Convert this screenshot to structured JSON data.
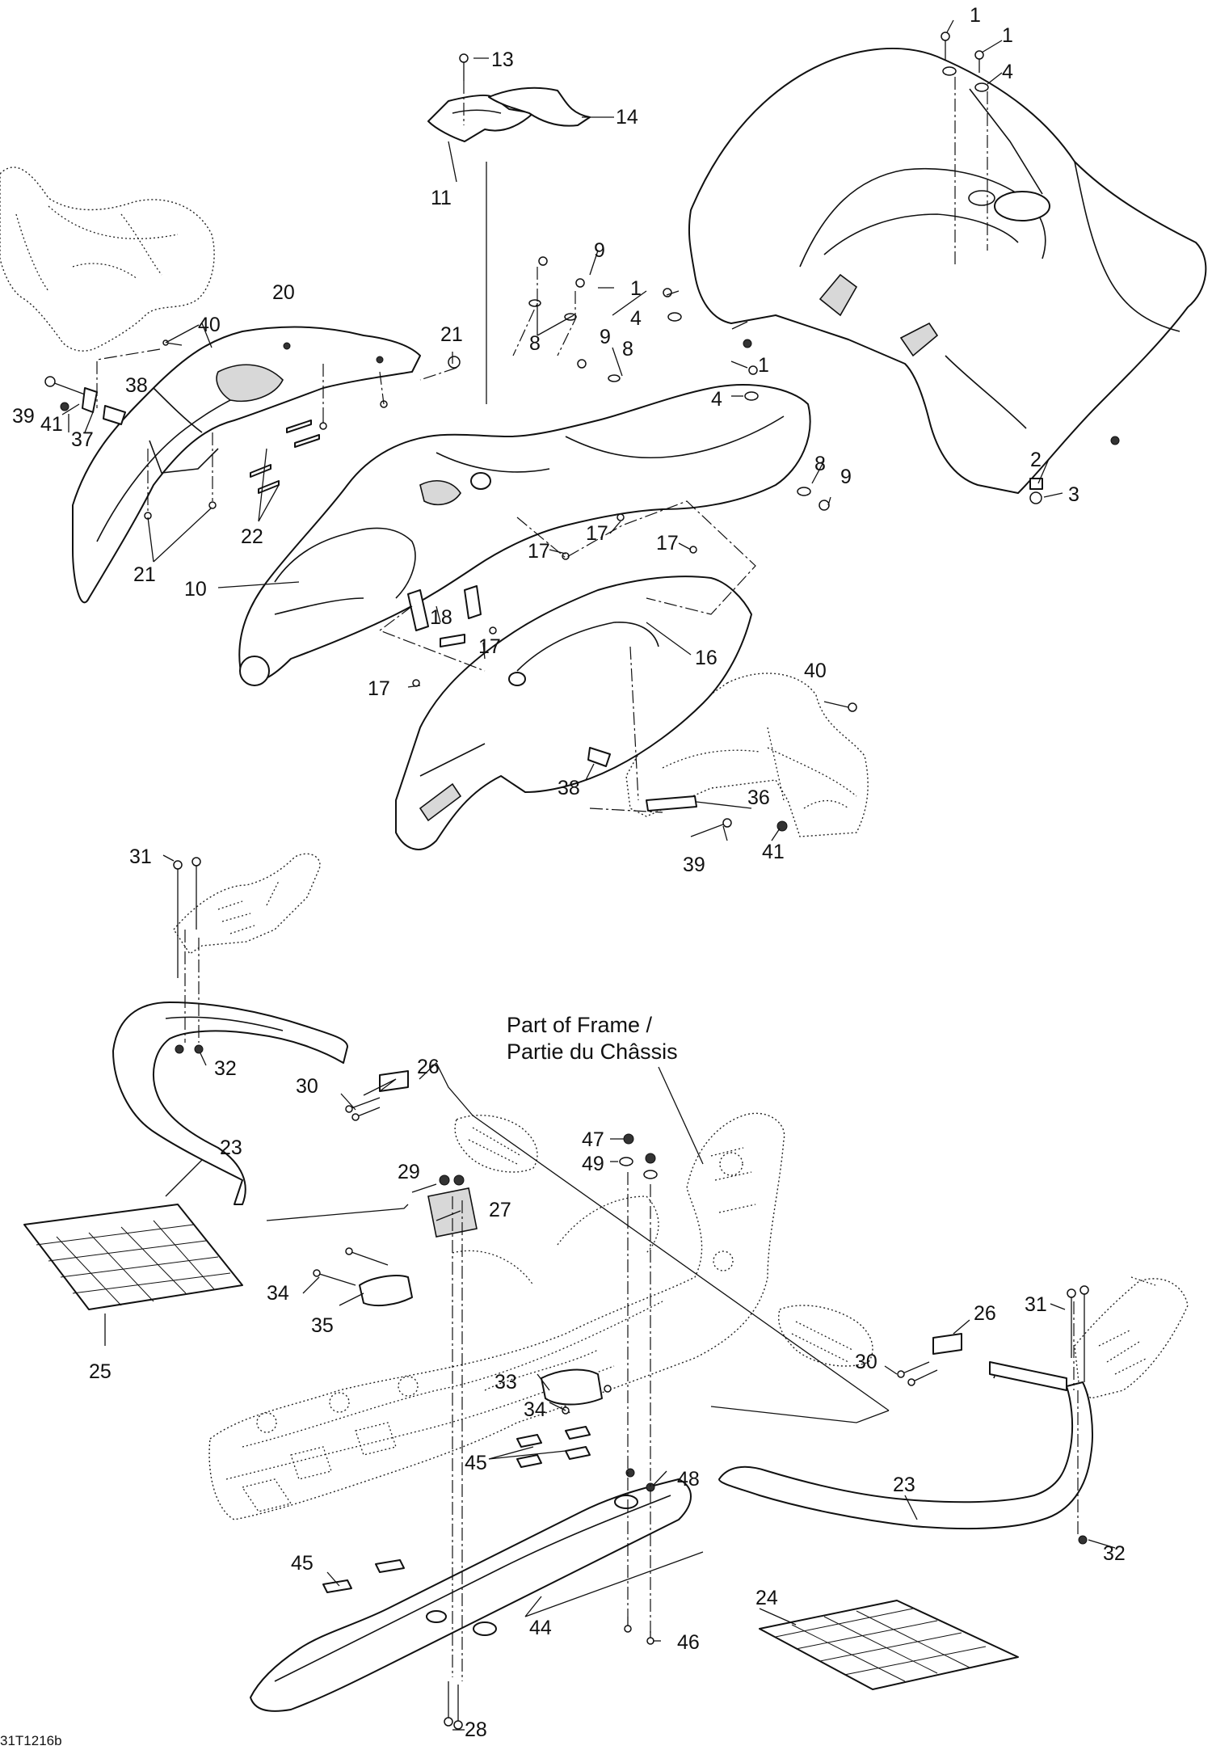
{
  "diagram": {
    "frame_note": [
      "Part of Frame /",
      "Partie du Châssis"
    ],
    "figure_ref": "31T1216b",
    "callouts": [
      {
        "n": "1"
      },
      {
        "n": "1"
      },
      {
        "n": "4"
      },
      {
        "n": "13"
      },
      {
        "n": "14"
      },
      {
        "n": "11"
      },
      {
        "n": "9"
      },
      {
        "n": "8"
      },
      {
        "n": "1"
      },
      {
        "n": "4"
      },
      {
        "n": "9"
      },
      {
        "n": "8"
      },
      {
        "n": "1"
      },
      {
        "n": "4"
      },
      {
        "n": "2"
      },
      {
        "n": "3"
      },
      {
        "n": "8"
      },
      {
        "n": "9"
      },
      {
        "n": "20"
      },
      {
        "n": "40"
      },
      {
        "n": "21"
      },
      {
        "n": "38"
      },
      {
        "n": "39"
      },
      {
        "n": "41"
      },
      {
        "n": "37"
      },
      {
        "n": "22"
      },
      {
        "n": "21"
      },
      {
        "n": "10"
      },
      {
        "n": "17"
      },
      {
        "n": "17"
      },
      {
        "n": "17"
      },
      {
        "n": "18"
      },
      {
        "n": "17"
      },
      {
        "n": "17"
      },
      {
        "n": "16"
      },
      {
        "n": "40"
      },
      {
        "n": "38"
      },
      {
        "n": "36"
      },
      {
        "n": "39"
      },
      {
        "n": "41"
      },
      {
        "n": "31"
      },
      {
        "n": "32"
      },
      {
        "n": "26"
      },
      {
        "n": "30"
      },
      {
        "n": "47"
      },
      {
        "n": "49"
      },
      {
        "n": "23"
      },
      {
        "n": "29"
      },
      {
        "n": "27"
      },
      {
        "n": "34"
      },
      {
        "n": "35"
      },
      {
        "n": "25"
      },
      {
        "n": "33"
      },
      {
        "n": "34"
      },
      {
        "n": "31"
      },
      {
        "n": "26"
      },
      {
        "n": "30"
      },
      {
        "n": "23"
      },
      {
        "n": "45"
      },
      {
        "n": "48"
      },
      {
        "n": "45"
      },
      {
        "n": "44"
      },
      {
        "n": "46"
      },
      {
        "n": "28"
      },
      {
        "n": "24"
      },
      {
        "n": "32"
      }
    ]
  }
}
